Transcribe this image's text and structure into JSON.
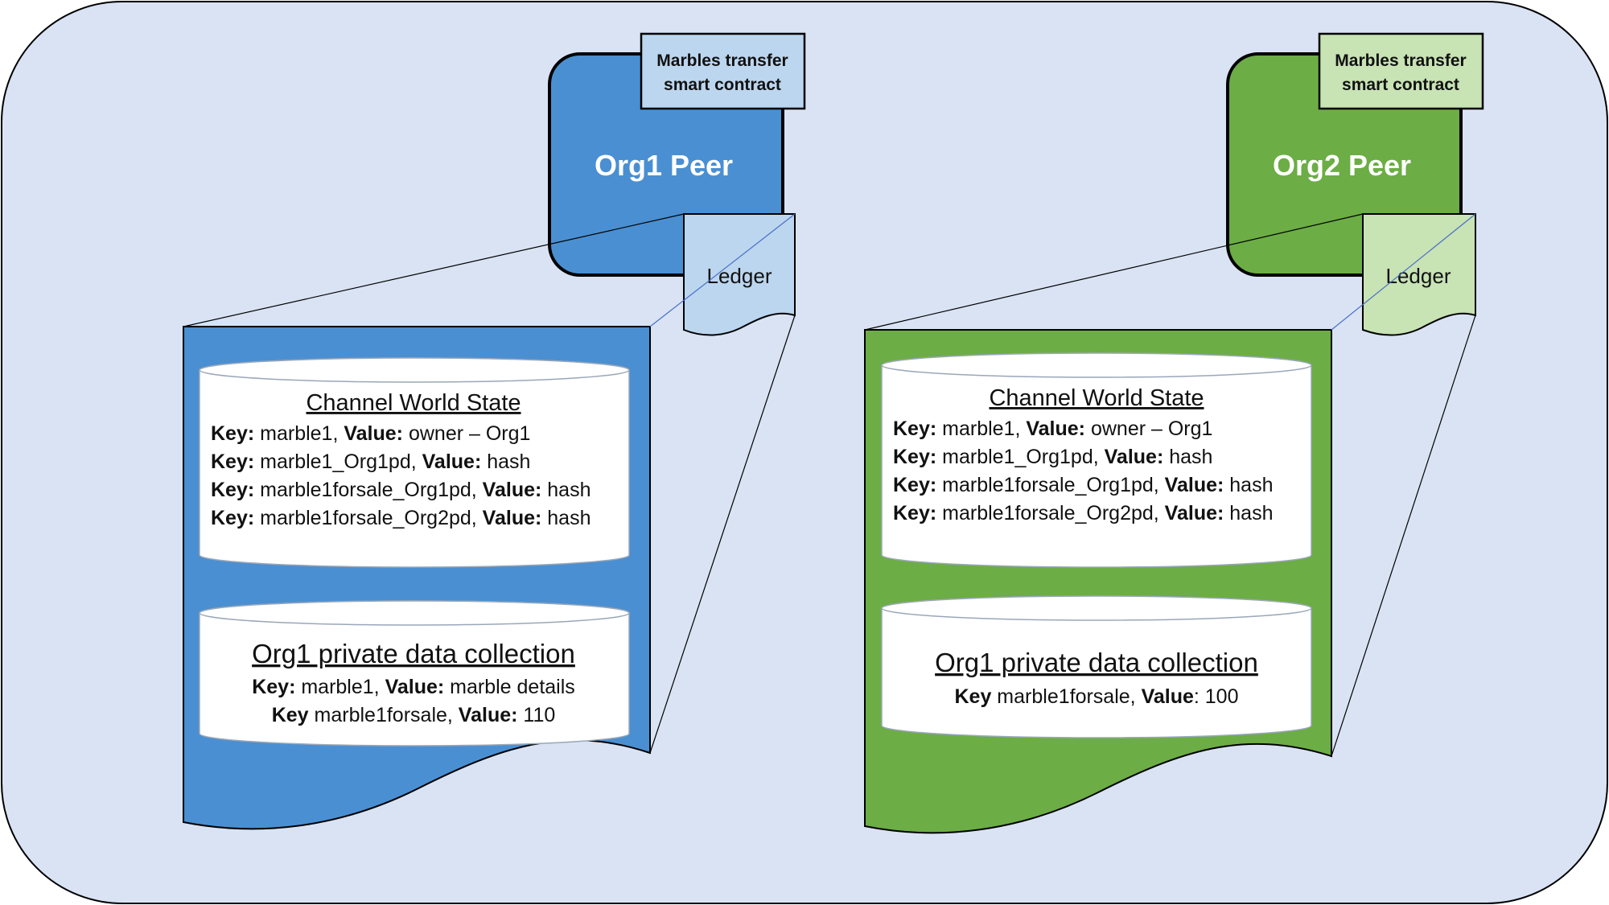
{
  "colors": {
    "background": "#d9e3f4",
    "org1_peer": "#4a8fd1",
    "org1_light": "#bcd6ef",
    "org2_peer": "#6cad45",
    "org2_light": "#c8e3b4",
    "db_fill": "#ffffff"
  },
  "org1": {
    "contract_line1": "Marbles transfer",
    "contract_line2": "smart contract",
    "peer_title": "Org1 Peer",
    "ledger_label": "Ledger",
    "world_state": {
      "title": "Channel World State",
      "rows": [
        {
          "k": "Key:",
          "kv": " marble1, ",
          "v": "Value:",
          "vv": " owner – Org1"
        },
        {
          "k": "Key:",
          "kv": " marble1_Org1pd, ",
          "v": "Value:",
          "vv": " hash"
        },
        {
          "k": "Key:",
          "kv": " marble1forsale_Org1pd, ",
          "v": "Value:",
          "vv": " hash"
        },
        {
          "k": "Key:",
          "kv": " marble1forsale_Org2pd, ",
          "v": "Value:",
          "vv": " hash"
        }
      ]
    },
    "private": {
      "title": "Org1 private data collection",
      "rows": [
        {
          "k": "Key:",
          "kv": " marble1, ",
          "v": "Value:",
          "vv": " marble details"
        },
        {
          "k": "Key",
          "kv": " marble1forsale, ",
          "v": "Value:",
          "vv": " 110"
        }
      ]
    }
  },
  "org2": {
    "contract_line1": "Marbles transfer",
    "contract_line2": "smart contract",
    "peer_title": "Org2 Peer",
    "ledger_label": "Ledger",
    "world_state": {
      "title": "Channel World State",
      "rows": [
        {
          "k": "Key:",
          "kv": " marble1, ",
          "v": "Value:",
          "vv": " owner – Org1"
        },
        {
          "k": "Key:",
          "kv": " marble1_Org1pd, ",
          "v": "Value:",
          "vv": " hash"
        },
        {
          "k": "Key:",
          "kv": " marble1forsale_Org1pd, ",
          "v": "Value:",
          "vv": " hash"
        },
        {
          "k": "Key:",
          "kv": " marble1forsale_Org2pd, ",
          "v": "Value:",
          "vv": " hash"
        }
      ]
    },
    "private": {
      "title": "Org1 private data collection",
      "rows": [
        {
          "k": "Key",
          "kv": " marble1forsale, ",
          "v": "Value",
          "vv": ": 100"
        }
      ]
    }
  }
}
